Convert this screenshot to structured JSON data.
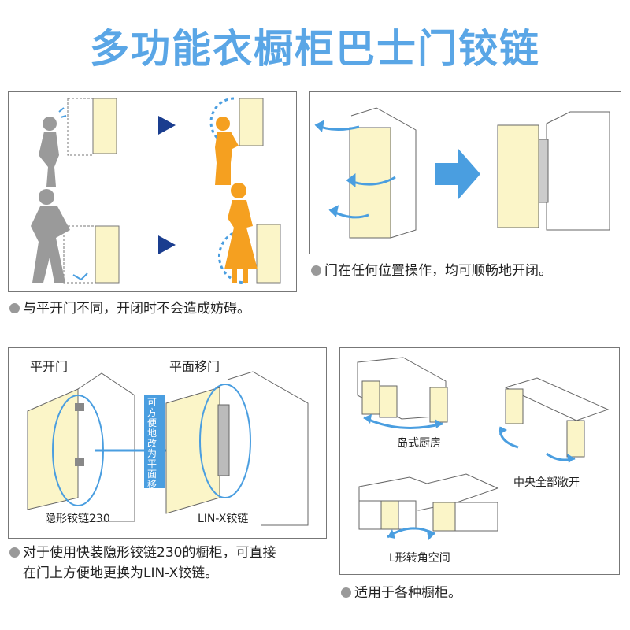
{
  "title": "多功能衣橱柜巴士门铰链",
  "panels": {
    "top_left": {
      "caption": "与平开门不同，开闭时不会造成妨碍。"
    },
    "top_right": {
      "caption": "门在任何位置操作，均可顺畅地开闭。"
    },
    "bottom_left": {
      "label_left": "平开门",
      "label_right": "平面移门",
      "callout": "可方便地改为平面移门",
      "hinge_left": "隐形铰链230",
      "hinge_right": "LIN-X铰链",
      "caption_line1": "对于使用快装隐形铰链230的橱柜，可直接",
      "caption_line2": "在门上方便地更换为LIN-X铰链。"
    },
    "bottom_right": {
      "label_island": "岛式厨房",
      "label_center": "中央全部敞开",
      "label_corner": "L形转角空间",
      "caption": "适用于各种橱柜。"
    }
  },
  "colors": {
    "title": "#5aa6e6",
    "door": "#fbf5c8",
    "person_gray": "#9a9a9a",
    "person_orange": "#f5a020",
    "arrow_blue": "#4a9ee0",
    "triangle_navy": "#1a3d8f"
  }
}
